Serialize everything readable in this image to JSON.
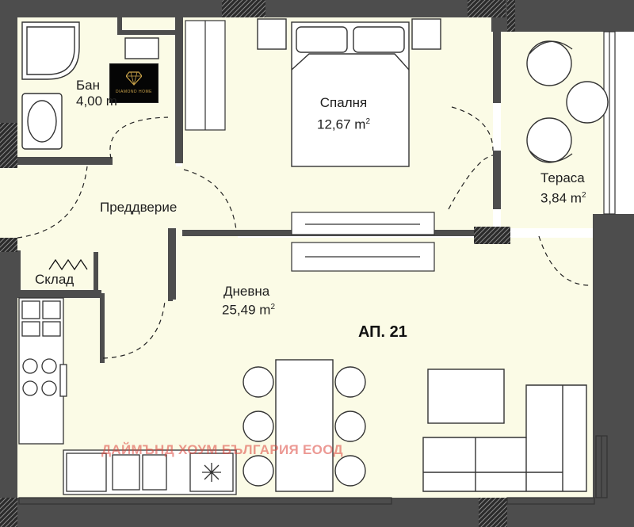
{
  "apartment": {
    "label": "АП. 21"
  },
  "rooms": {
    "bathroom": {
      "name": "Бан",
      "area": "4,00 m"
    },
    "bedroom": {
      "name": "Спалня",
      "area": "12,67 m",
      "unit_exp": "2"
    },
    "terrace": {
      "name": "Тераса",
      "area": "3,84 m",
      "unit_exp": "2"
    },
    "hall": {
      "name": "Преддверие"
    },
    "storage": {
      "name": "Склад"
    },
    "living": {
      "name": "Дневна",
      "area": "25,49 m",
      "unit_exp": "2"
    }
  },
  "watermark": {
    "text": "ДАЙМЪНД ХОУМ БЪЛГАРИЯ ЕООД"
  },
  "logo": {
    "icon": "diamond-icon",
    "brand": "DIAMOND HOME"
  },
  "colors": {
    "floor": "#fbfbe6",
    "wall": "#4d4d4d",
    "hatch": "#6e6e6e",
    "accent": "#c9a24a"
  }
}
